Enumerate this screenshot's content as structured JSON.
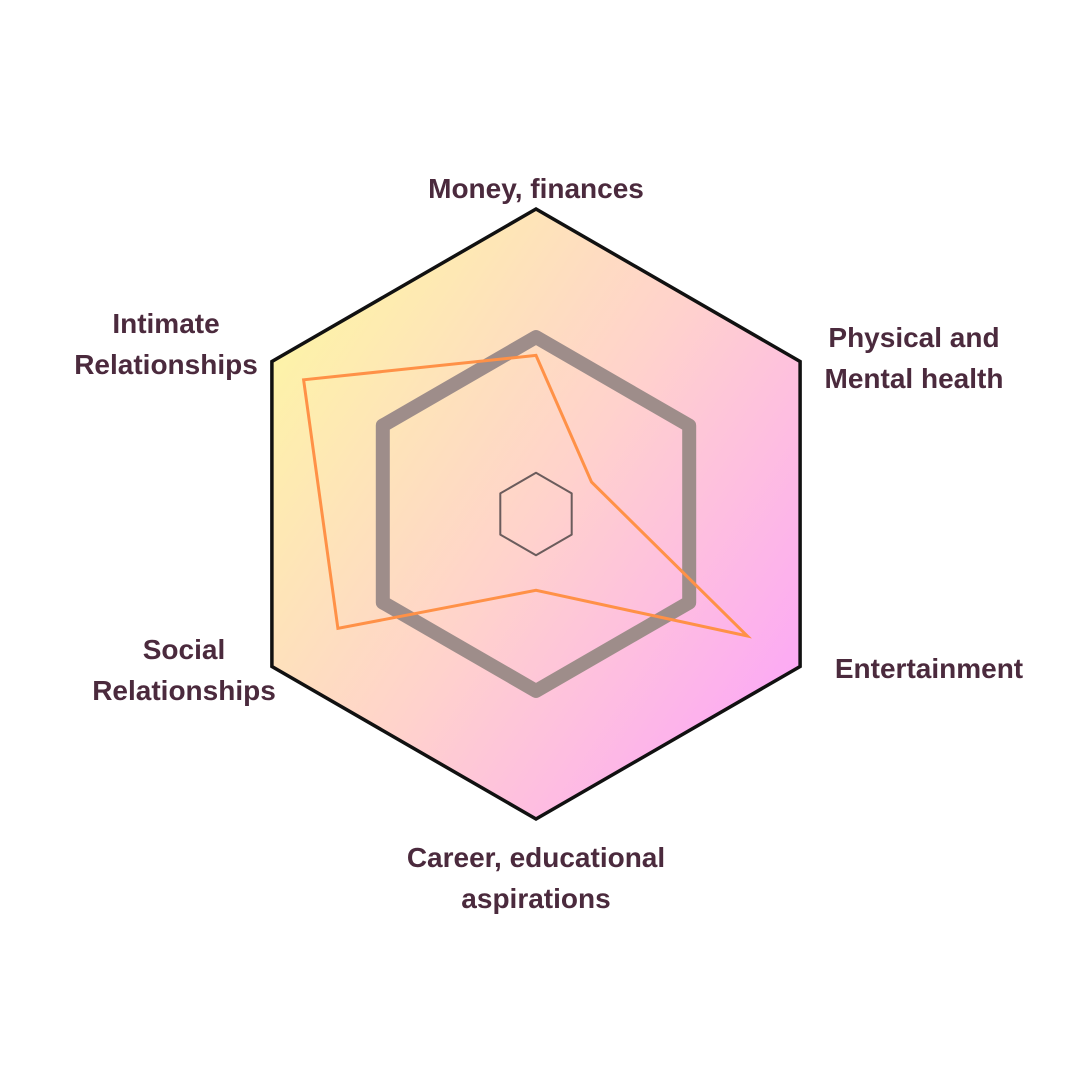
{
  "chart_data": {
    "type": "radar",
    "axes": [
      "Money, finances",
      "Physical and Mental health",
      "Entertainment",
      "Career, educational aspirations",
      "Social Relationships",
      "Intimate Relationships"
    ],
    "axis_label_lines": [
      [
        "Money, finances"
      ],
      [
        "Physical and",
        "Mental health"
      ],
      [
        "Entertainment"
      ],
      [
        "Career, educational",
        "aspirations"
      ],
      [
        "Social",
        "Relationships"
      ],
      [
        "Intimate",
        "Relationships"
      ]
    ],
    "scale_max": 10,
    "reference_rings": [
      1.35,
      5.8
    ],
    "series": [
      {
        "values": [
          5.2,
          2.1,
          8.0,
          2.5,
          7.5,
          8.8
        ]
      }
    ],
    "colors": {
      "gradient_start": "#fdf5a6",
      "gradient_mid": "#ffd2cc",
      "gradient_end": "#fca6f8",
      "outline": "#111111",
      "reference_ring_thick": "#9e8d8a",
      "reference_ring_thin": "#6b5c5c",
      "series_line": "#ff9147",
      "label_text": "#4b2a3d"
    }
  }
}
